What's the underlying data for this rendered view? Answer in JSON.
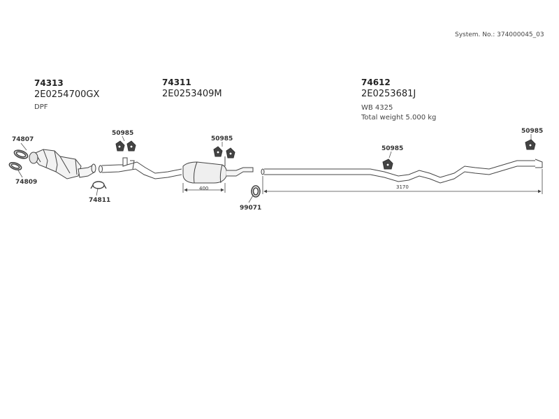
{
  "header": {
    "system_no": "System. No.: 374000045_03"
  },
  "assemblies": [
    {
      "part_no": "74313",
      "code": "2E0254700GX",
      "note": "DPF"
    },
    {
      "part_no": "74311",
      "code": "2E0253409M"
    },
    {
      "part_no": "74612",
      "code": "2E0253681J",
      "note1": "WB 4325",
      "note2": "Total weight 5.000 kg"
    }
  ],
  "callouts": {
    "p74807": "74807",
    "p74809": "74809",
    "p74811": "74811",
    "p50985_a": "50985",
    "p50985_b": "50985",
    "p50985_c": "50985",
    "p50985_d": "50985",
    "p99071": "99071"
  },
  "dimensions": {
    "muffler_length": "400",
    "pipe_length": "3170"
  }
}
